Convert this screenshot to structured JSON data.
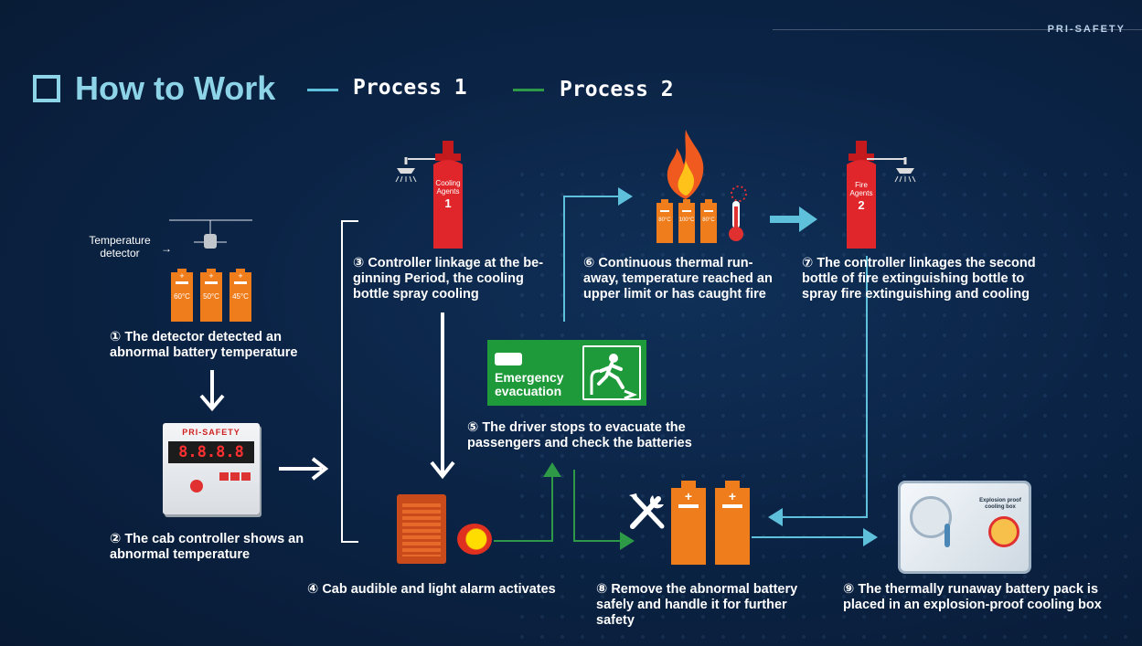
{
  "header": {
    "brand": "PRI-SAFETY",
    "title": "How to Work",
    "legend": [
      {
        "label": "Process 1",
        "color": "#5fc0dc"
      },
      {
        "label": "Process 2",
        "color": "#2e9a48"
      }
    ]
  },
  "detector": {
    "label_line1": "Temperature",
    "label_line2": "detector",
    "batteries": [
      "60°C",
      "50°C",
      "45°C"
    ]
  },
  "controller": {
    "brand": "PRI-SAFETY",
    "display": "8.8.8.8"
  },
  "bottle1": {
    "label_line1": "Cooling",
    "label_line2": "Agents",
    "number": "1"
  },
  "bottle2": {
    "label_line1": "Fire",
    "label_line2": "Agents",
    "number": "2"
  },
  "fire_batteries": [
    "80°C",
    "100°C",
    "80°C"
  ],
  "evacuation_sign": {
    "line1": "Emergency",
    "line2": "evacuation"
  },
  "cooling_box_label_line1": "Explosion proof",
  "cooling_box_label_line2": "cooling box",
  "steps": [
    {
      "num": "①",
      "lines": [
        "The detector detected an",
        "abnormal battery temperature"
      ]
    },
    {
      "num": "②",
      "lines": [
        "The cab controller shows an",
        "abnormal temperature"
      ]
    },
    {
      "num": "③",
      "lines": [
        "Controller linkage at the be-",
        "ginning Period, the cooling",
        "bottle spray cooling"
      ]
    },
    {
      "num": "④",
      "lines": [
        "Cab audible and light alarm activates"
      ]
    },
    {
      "num": "⑤",
      "lines": [
        "The driver stops to evacuate the",
        "passengers and check the batteries"
      ]
    },
    {
      "num": "⑥",
      "lines": [
        "Continuous thermal run-",
        "away, temperature reached an",
        "upper limit or has caught fire"
      ]
    },
    {
      "num": "⑦",
      "lines": [
        "The controller linkages the second",
        "bottle of fire extinguishing bottle to",
        "spray fire extinguishing and cooling"
      ]
    },
    {
      "num": "⑧",
      "lines": [
        "Remove the abnormal battery",
        "safely and handle it for further",
        "safety"
      ]
    },
    {
      "num": "⑨",
      "lines": [
        "The thermally runaway battery pack is",
        "placed in an explosion-proof cooling box"
      ]
    }
  ],
  "colors": {
    "process1": "#5fc0dc",
    "process2": "#2e9a48",
    "battery": "#f07d1c",
    "bottle": "#e0262a",
    "title": "#8ed4e8"
  }
}
